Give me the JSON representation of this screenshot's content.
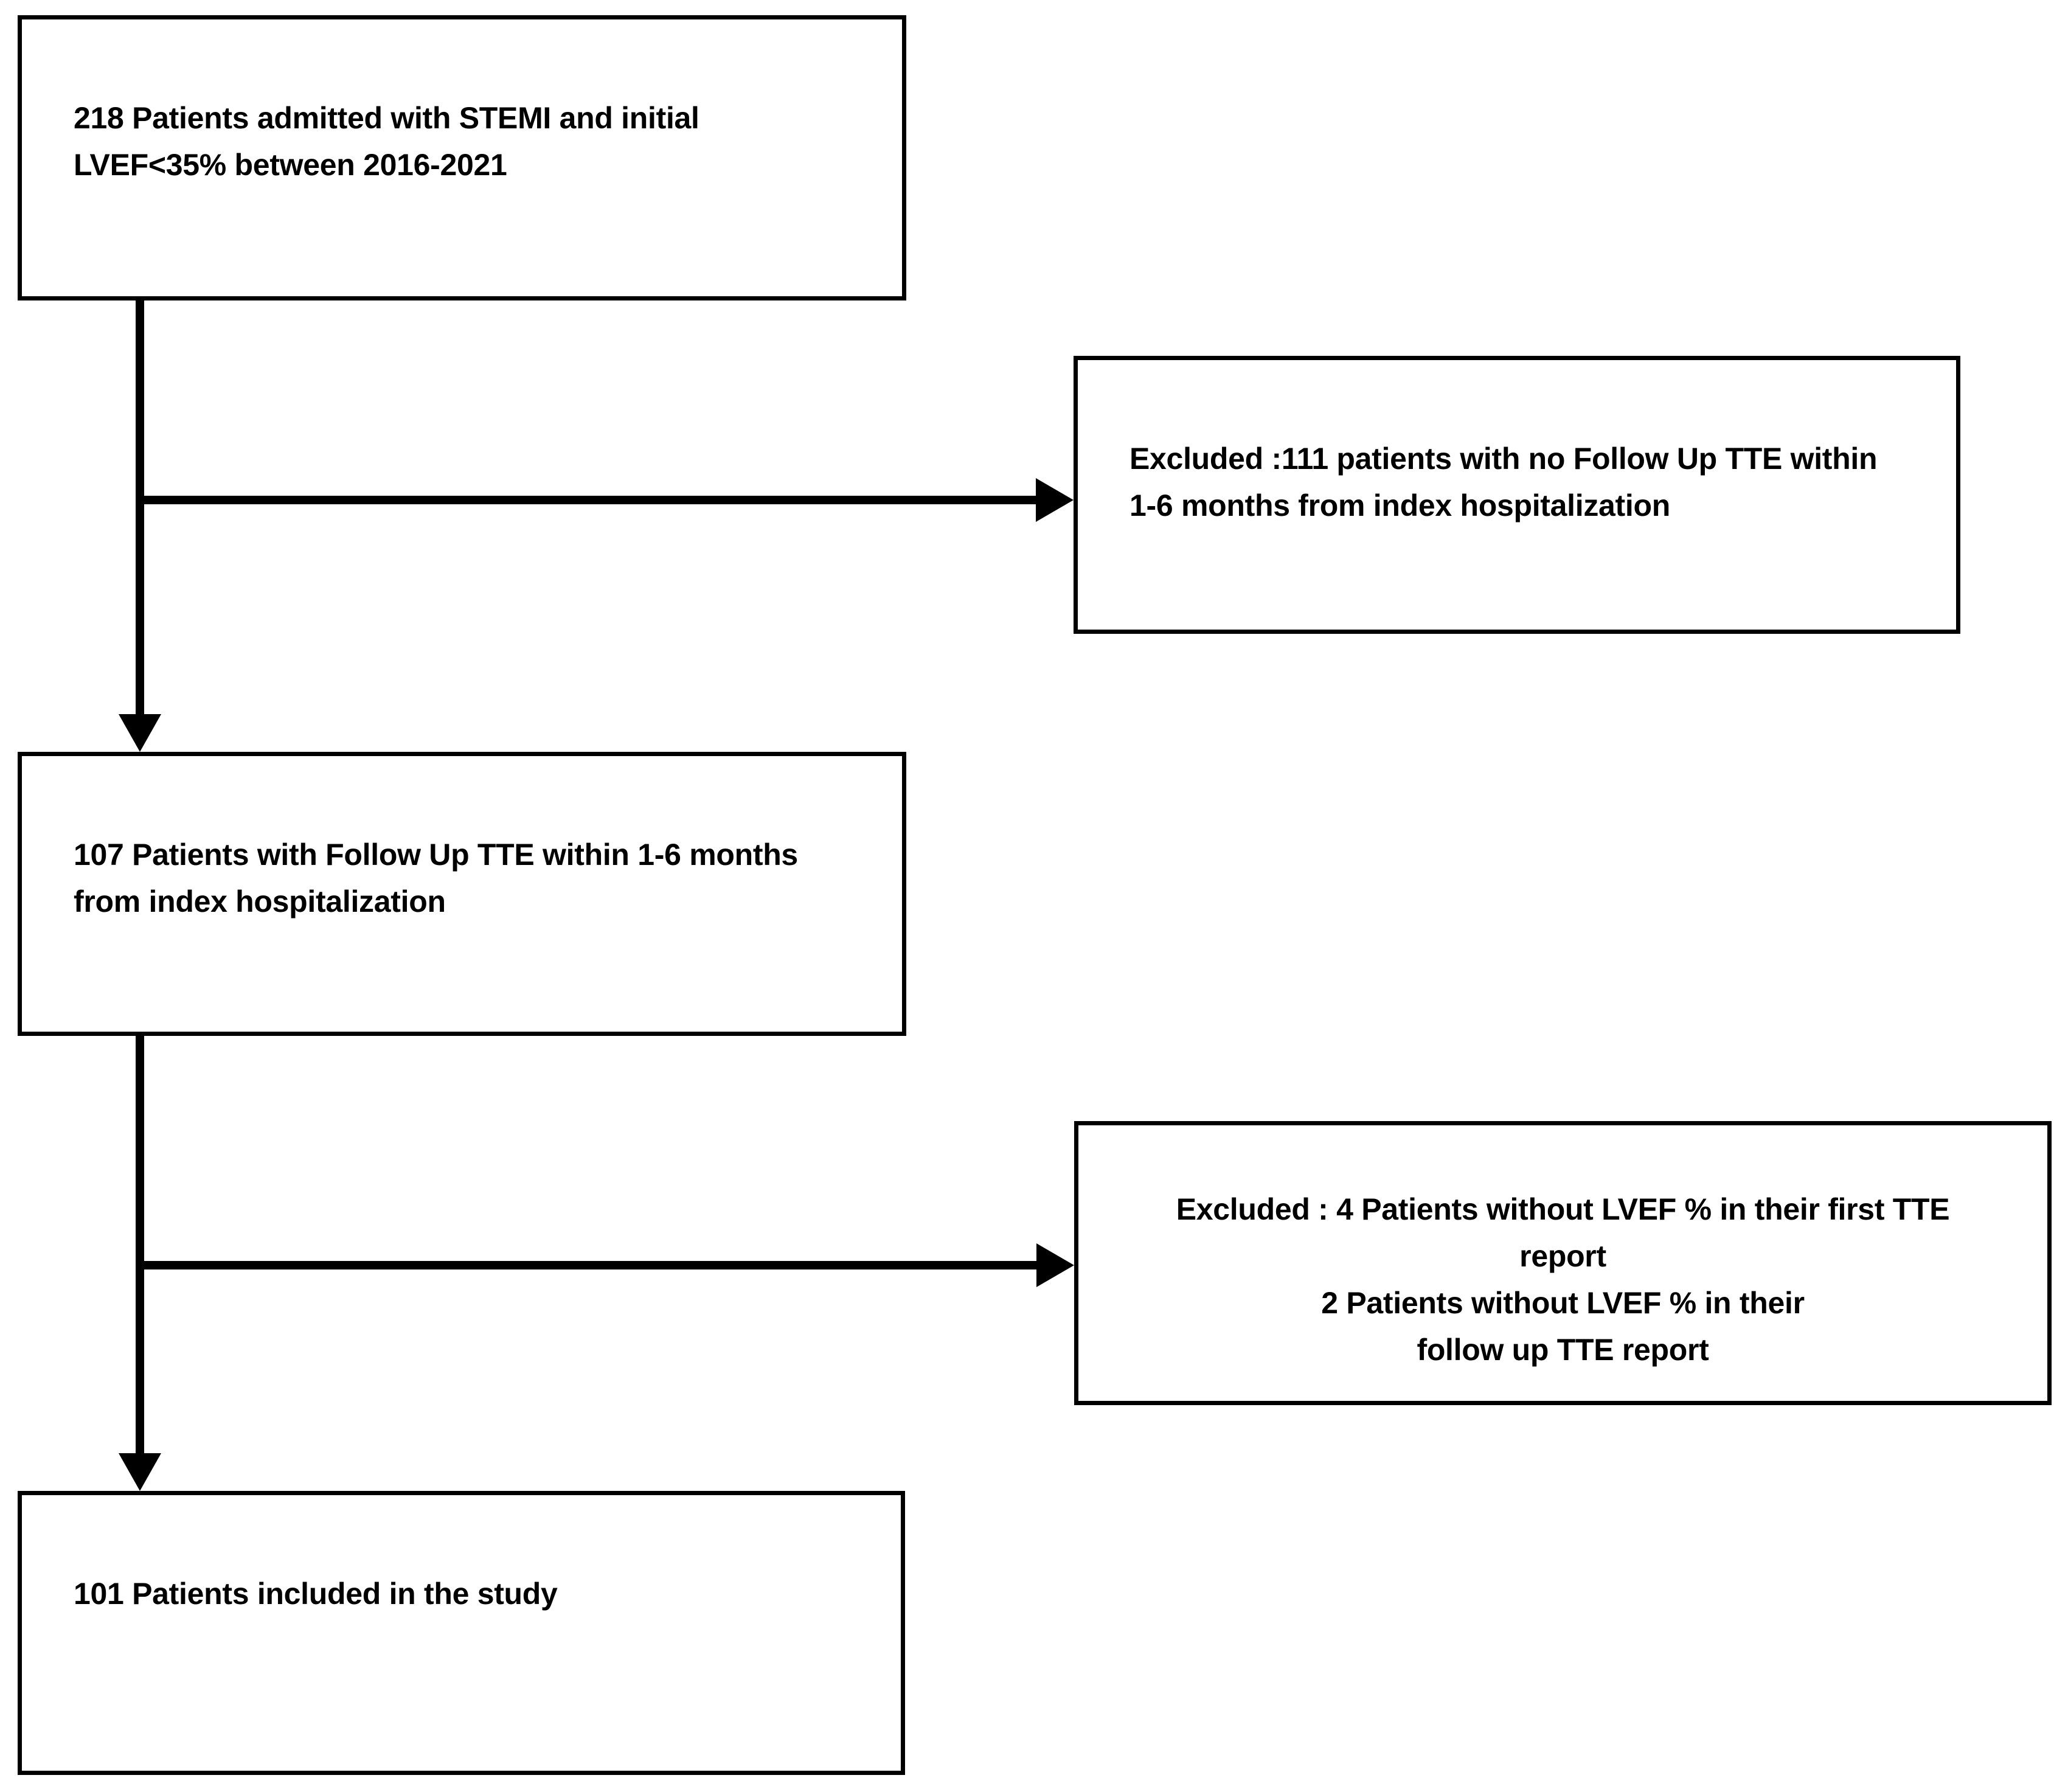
{
  "flowchart": {
    "colors": {
      "background": "#ffffff",
      "box_border": "#000000",
      "arrow": "#000000",
      "text": "#000000"
    },
    "boxes": {
      "initial": {
        "full_text": "218 Patients admitted with STEMI and initial LVEF<35% between 2016-2021",
        "lines": [
          "218 Patients admitted with STEMI and initial",
          "LVEF<35% between 2016-2021"
        ]
      },
      "excluded1": {
        "full_text": "Excluded :111 patients with no Follow Up TTE within 1-6 months from index hospitalization",
        "lines": [
          "Excluded :111 patients with no Follow Up TTE within",
          "1-6 months from index hospitalization"
        ]
      },
      "followup": {
        "full_text": "107 Patients with Follow Up TTE within 1-6 months from index hospitalization",
        "lines": [
          "107 Patients with Follow Up TTE within 1-6 months",
          "from index hospitalization"
        ]
      },
      "excluded2": {
        "full_text": "Excluded : 4 Patients without LVEF % in their first TTE report 2 Patients without LVEF % in their follow up TTE report",
        "lines": [
          "Excluded : 4 Patients without LVEF % in their first TTE",
          "report",
          "2 Patients without LVEF % in their",
          "follow up TTE report"
        ]
      },
      "included": {
        "full_text": "101 Patients included in the study",
        "lines": [
          "101 Patients included in the study"
        ]
      }
    }
  }
}
